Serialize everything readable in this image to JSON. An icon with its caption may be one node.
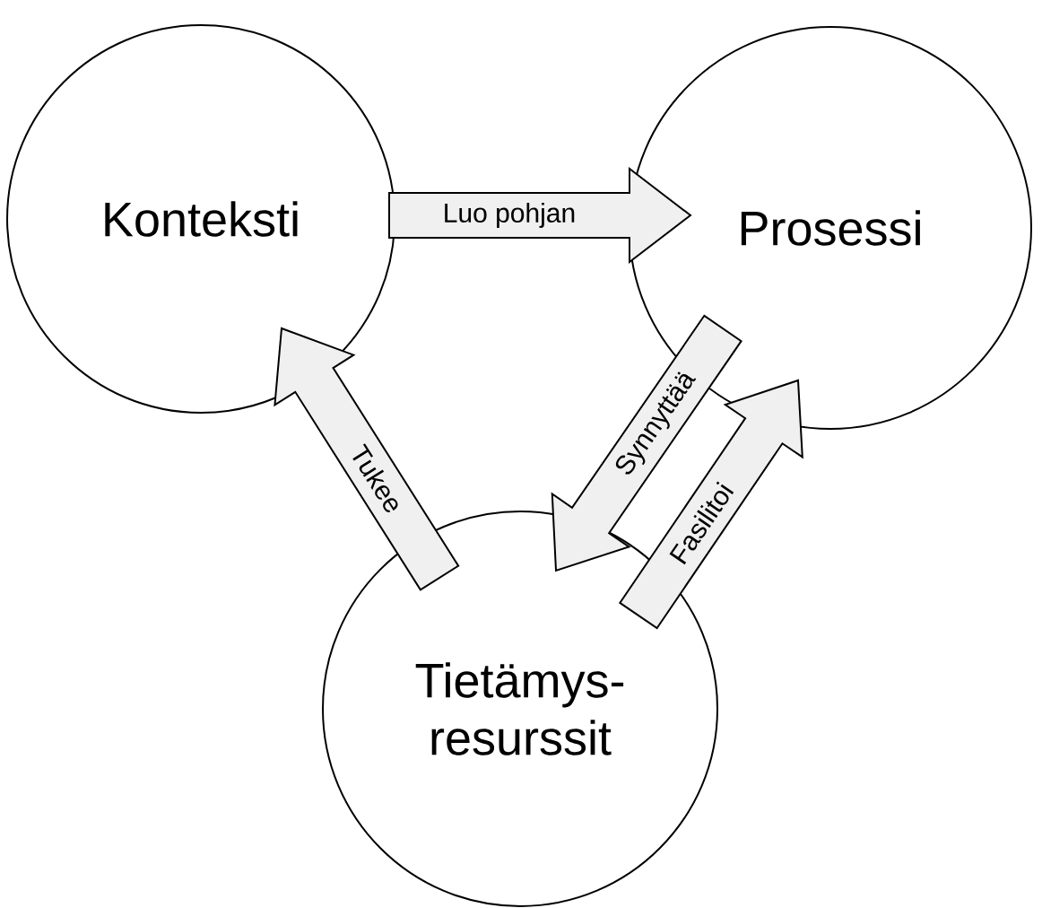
{
  "diagram": {
    "nodes": [
      {
        "text": [
          "Konteksti"
        ]
      },
      {
        "text": [
          "Prosessi"
        ]
      },
      {
        "text": [
          "Tietämys- resurssit"
        ]
      }
    ],
    "edges": [
      {
        "from": 0,
        "to": 1,
        "arrow": "to",
        "label": "Luo pohjan"
      },
      {
        "from": 1,
        "to": 2,
        "arrow": "to",
        "label": "Synnyttää"
      },
      {
        "from": 2,
        "to": 1,
        "arrow": "to",
        "label": "Fasilitoi"
      },
      {
        "from": 2,
        "to": 0,
        "arrow": "to",
        "label": "Tukee"
      }
    ]
  }
}
